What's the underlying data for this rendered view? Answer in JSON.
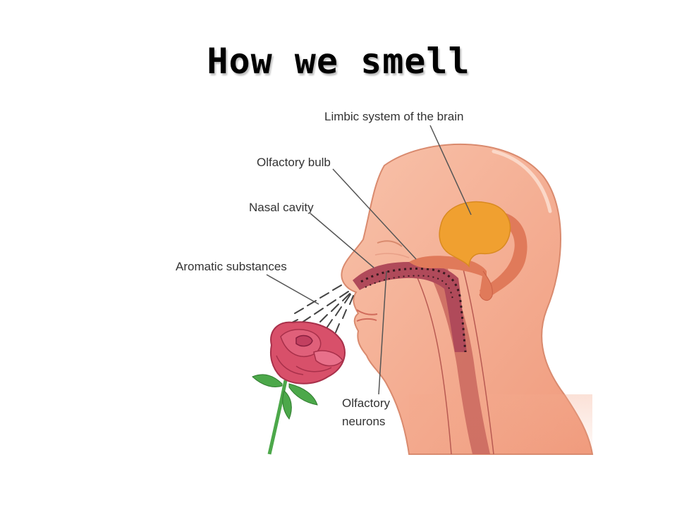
{
  "slide": {
    "title": "How we smell"
  },
  "diagram": {
    "labels": {
      "limbic": "Limbic system of the brain",
      "bulb": "Olfactory bulb",
      "nasal": "Nasal cavity",
      "aromatic": "Aromatic substances",
      "neurons_line1": "Olfactory",
      "neurons_line2": "neurons"
    },
    "colors": {
      "skin": "#f4a98c",
      "skin_light": "#f8c8b2",
      "skin_edge": "#d98a6e",
      "limbic": "#f0a030",
      "limbic_tissue": "#e07a5a",
      "nasal_passage": "#b04a5a",
      "rose_petal": "#d8506a",
      "rose_dark": "#a8304a",
      "leaf": "#4ca84a"
    }
  }
}
